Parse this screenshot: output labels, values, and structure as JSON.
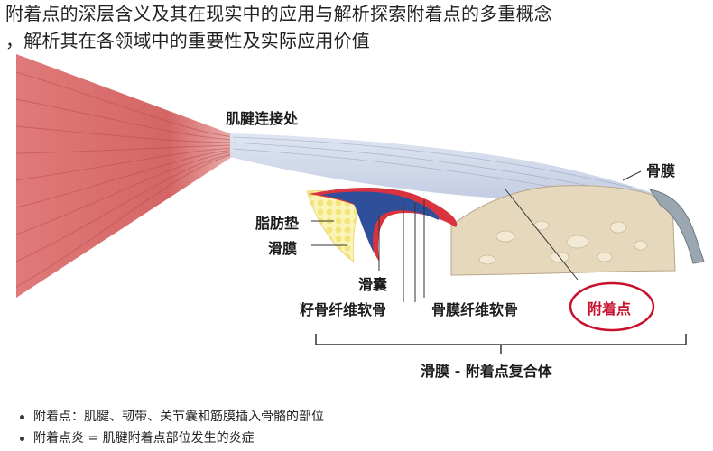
{
  "overlay_title": {
    "line1": "附着点的深层含义及其在现实中的应用与解析探索附着点的多重概念",
    "line2": "，解析其在各领域中的重要性及实际应用价值"
  },
  "labels": {
    "tendon_junction": "肌腱连接处",
    "periosteum": "骨膜",
    "fat_pad": "脂肪垫",
    "synovium": "滑膜",
    "bursa": "滑囊",
    "sesamoid_fibrocartilage": "籽骨纤维软骨",
    "periosteal_fibrocartilage": "骨膜纤维软骨",
    "enthesis": "附着点",
    "complex": "滑膜 - 附着点复合体"
  },
  "legend": [
    {
      "text": "附着点：肌腱、韧带、关节囊和筋膜插入骨骼的部位"
    },
    {
      "text": "附着点炎 = 肌腱附着点部位发生的炎症"
    }
  ],
  "colors": {
    "muscle": "#d96a6a",
    "tendon": "#c9d1e4",
    "bone": "#e3d5b8",
    "bursa_red": "#d9333f",
    "bursa_blue": "#2f4f9a",
    "fat_yellow": "#f6ec9a",
    "periosteum": "#9aa7b0",
    "enthesis_circle": "#c8102e"
  }
}
